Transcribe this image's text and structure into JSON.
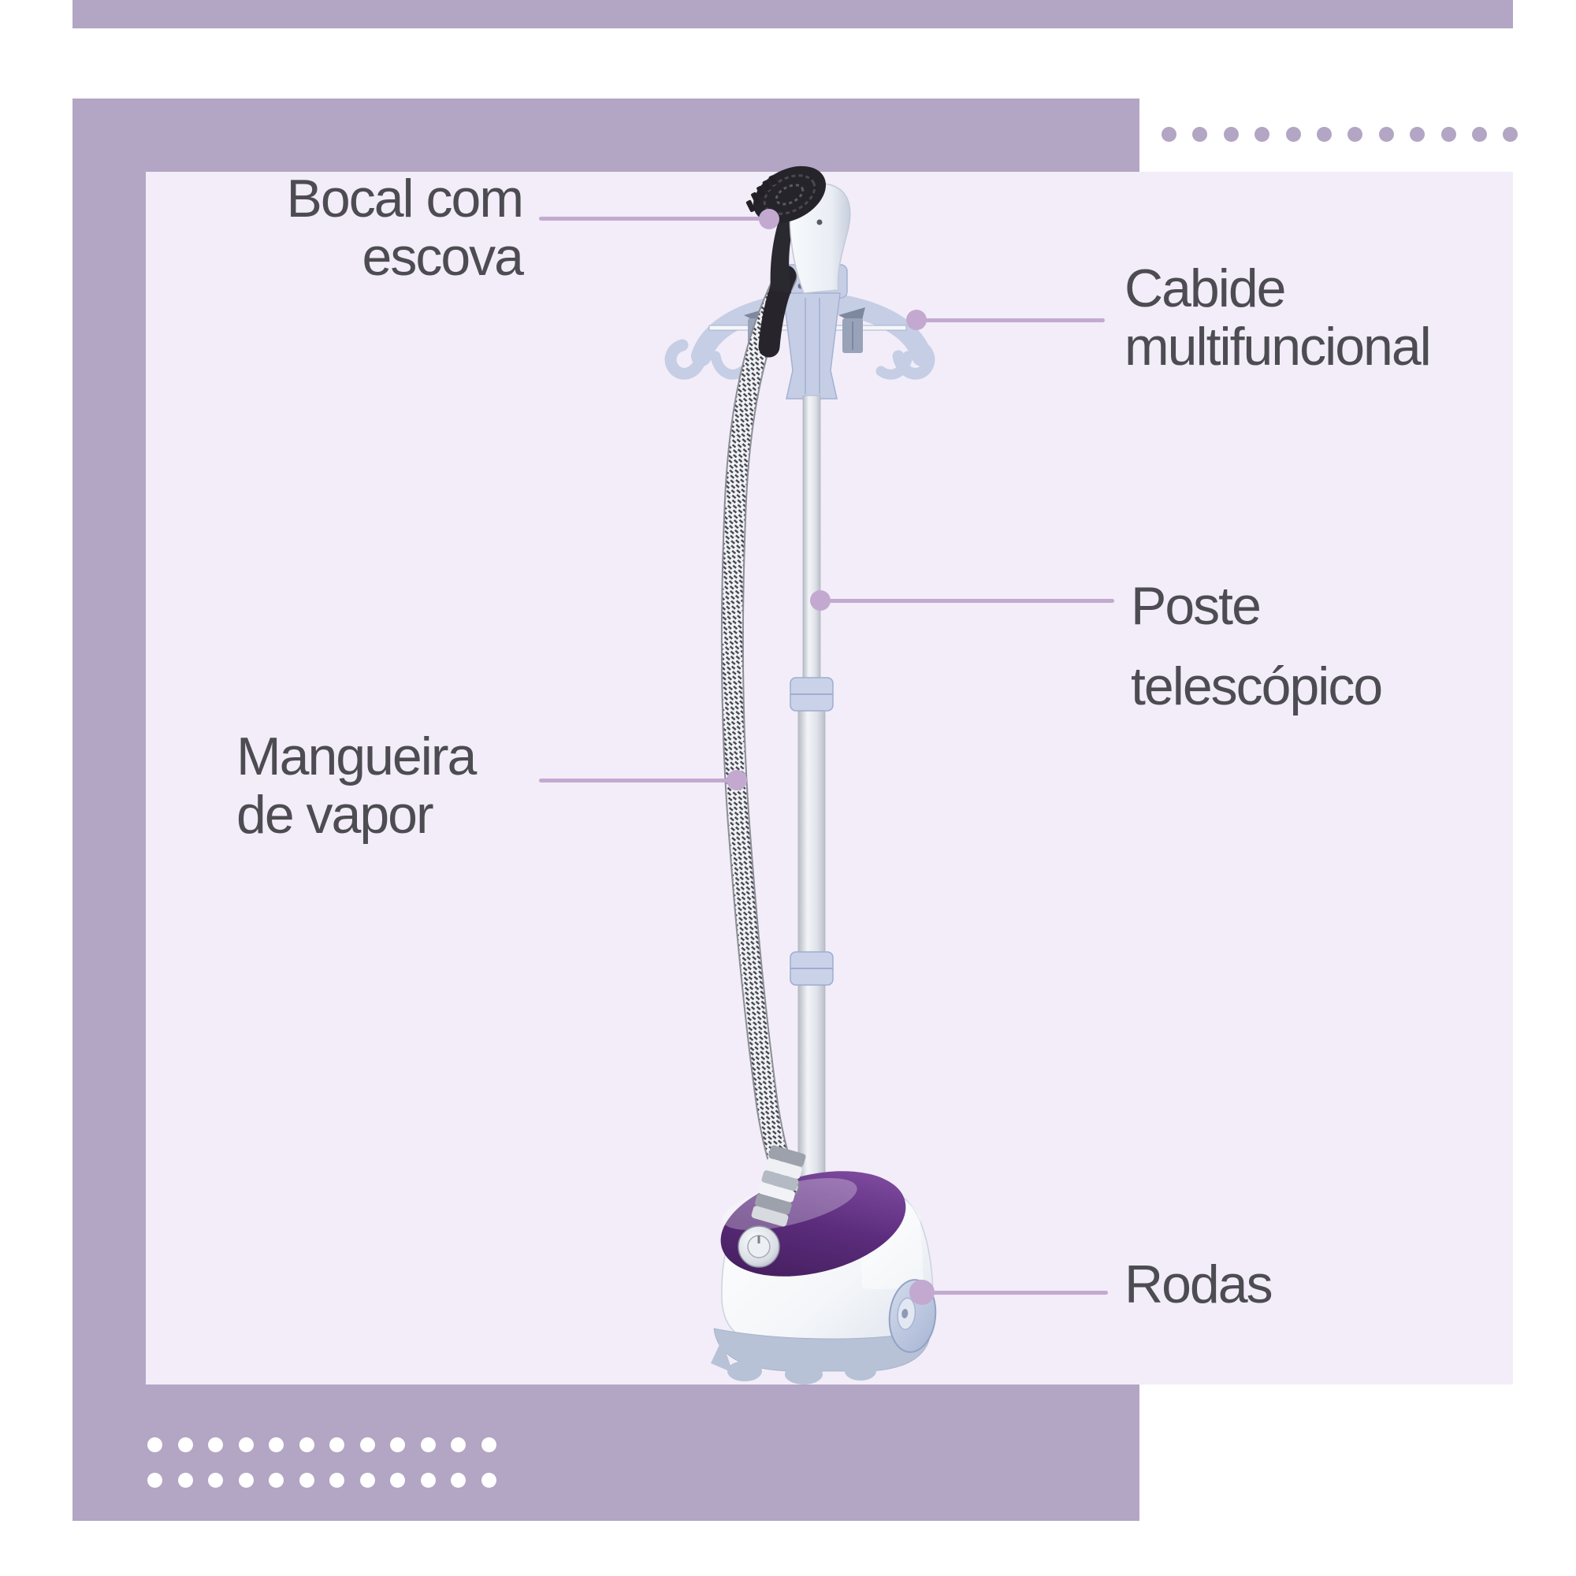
{
  "labels": {
    "bocal": {
      "line1": "Bocal com",
      "line2": "escova"
    },
    "cabide": {
      "line1": "Cabide",
      "line2": "multifuncional"
    },
    "poste": {
      "line1": "Poste",
      "line2": "telescópico"
    },
    "mangueira": {
      "line1": "Mangueira",
      "line2": "de vapor"
    },
    "rodas": {
      "line1": "Rodas"
    }
  },
  "colors": {
    "accent_purple": "#b3a5c4",
    "panel_lavender": "#f2edf8",
    "connector_purple": "#c3a9d0",
    "label_text": "#4d4c52",
    "product_trim_periwinkle": "#c5cee5",
    "product_deck_purple": "#5b2c7c"
  },
  "decor": {
    "top_right_dots": 12,
    "bottom_left_dots_per_row": 12,
    "bottom_left_dot_rows": 2
  },
  "product_parts": {
    "nozzle": "nozzle-brush",
    "hanger": "multifunction-hanger",
    "pole": "telescopic-pole",
    "hose": "steam-hose",
    "base": "base-unit",
    "wheel": "wheel"
  }
}
